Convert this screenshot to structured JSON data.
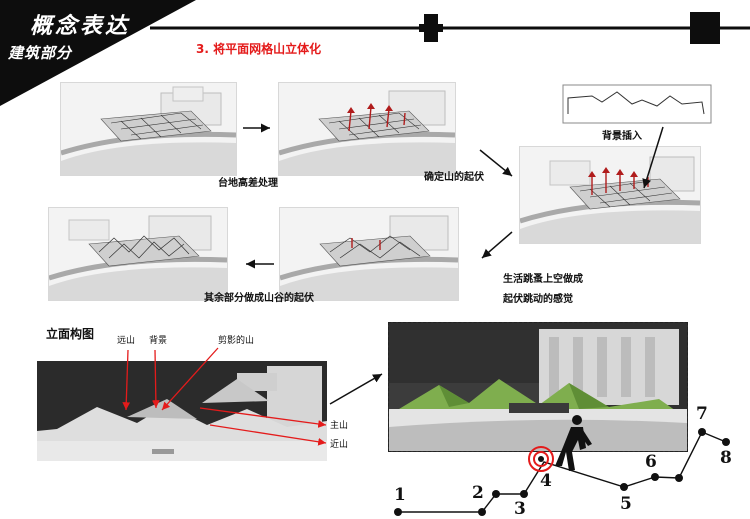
{
  "header": {
    "title": "概念表达",
    "subtitle": "建筑部分",
    "section_title": "3. 将平面网格山立体化"
  },
  "steps": [
    {
      "label": "台地高差处理"
    },
    {
      "label": "确定山的起伏"
    },
    {
      "label": "背景插入"
    },
    {
      "label": "生活跳蚤上空做成"
    },
    {
      "label": "起伏跳动的感觉"
    },
    {
      "label": "其余部分做成山谷的起伏"
    }
  ],
  "elevation": {
    "title": "立面构图",
    "labels": {
      "far_mountain": "远山",
      "background": "背景",
      "silhouette": "剪影的山",
      "main_mountain": "主山",
      "near_mountain": "近山"
    }
  },
  "sequence": {
    "numbers": [
      "1",
      "2",
      "3",
      "4",
      "5",
      "6",
      "7",
      "8"
    ]
  },
  "colors": {
    "accent_red": "#e41b1b",
    "header_black": "#0d0d0d",
    "green_roof": "#7fae4e",
    "dark_panel": "#2f2f2f"
  }
}
